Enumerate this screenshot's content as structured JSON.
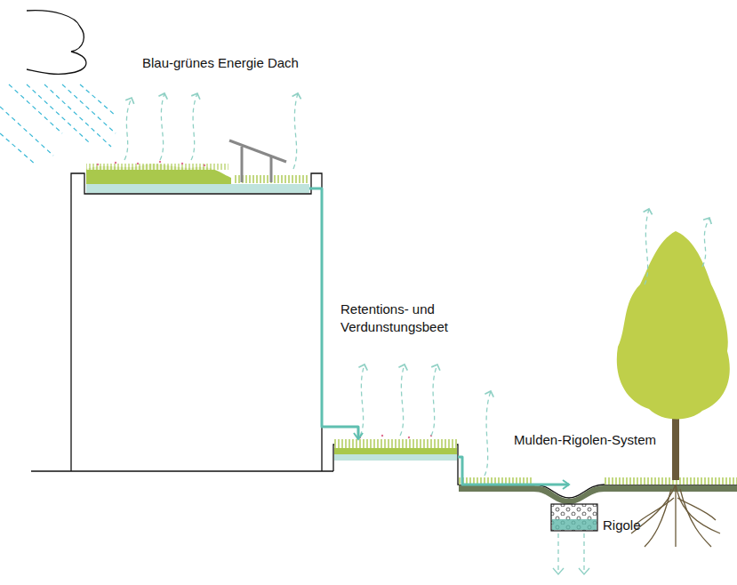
{
  "diagram": {
    "nodes": [
      {
        "text": [
          "Blau-grünes Energie Dach"
        ]
      },
      {
        "text": [
          "Retentions- und Verdunstungsbeet"
        ]
      },
      {
        "text": [
          "Mulden-Rigolen-System"
        ]
      },
      {
        "text": [
          "Rigole"
        ]
      }
    ],
    "edges": [
      {
        "from": 0,
        "to": 1,
        "arrow": "to"
      },
      {
        "from": 1,
        "to": 2,
        "arrow": "to"
      }
    ]
  }
}
